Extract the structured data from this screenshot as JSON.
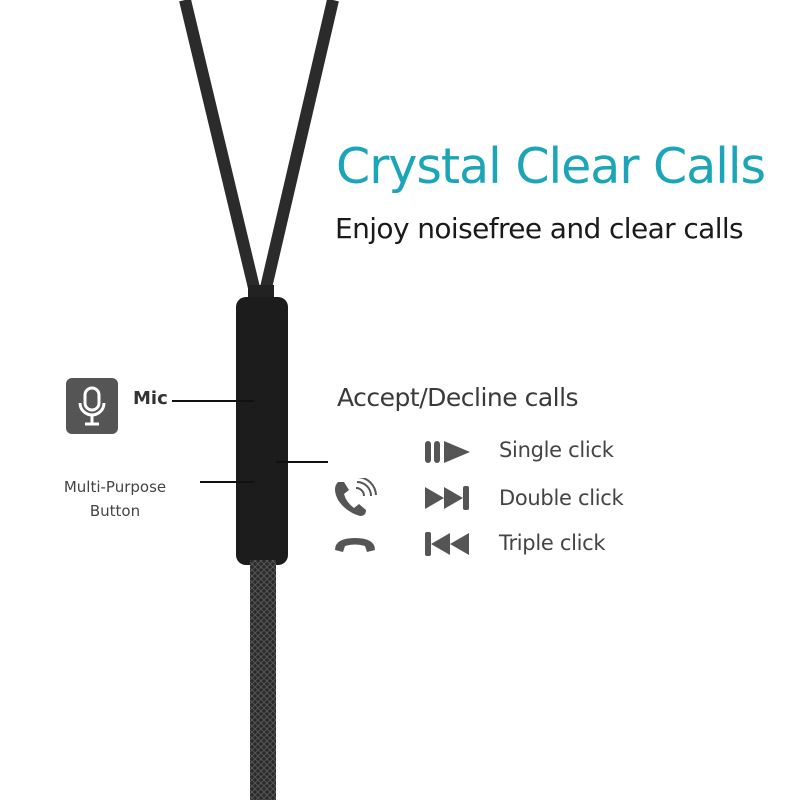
{
  "headline": {
    "title": "Crystal Clear Calls",
    "subtitle": "Enjoy noisefree and clear calls",
    "color": "#1ba5b8"
  },
  "labels": {
    "mic": "Mic",
    "multi_purpose": "Multi-Purpose Button"
  },
  "controls": {
    "heading": "Accept/Decline calls",
    "items": [
      {
        "icon": "play-pause-icon",
        "label": "Single click"
      },
      {
        "icon": "next-track-icon",
        "label": "Double click"
      },
      {
        "icon": "previous-track-icon",
        "label": "Triple click"
      }
    ],
    "call_icons": [
      "phone-ringing-icon",
      "hang-up-icon"
    ]
  }
}
